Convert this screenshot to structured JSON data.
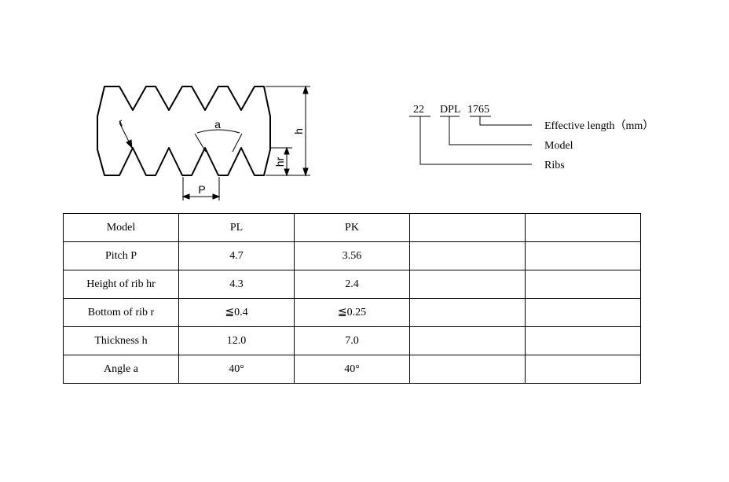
{
  "diagram": {
    "labels": {
      "a": "a",
      "r": "r",
      "h": "h",
      "hr": "hr",
      "P": "P"
    }
  },
  "legend": {
    "ribs_value": "22",
    "model_value": "DPL",
    "length_value": "1765",
    "effective_length_label": "Effective length（mm）",
    "model_label": "Model",
    "ribs_label": "Ribs"
  },
  "table": {
    "rows": [
      [
        "Model",
        "PL",
        "PK",
        "",
        ""
      ],
      [
        "Pitch P",
        "4.7",
        "3.56",
        "",
        ""
      ],
      [
        "Height of rib hr",
        "4.3",
        "2.4",
        "",
        ""
      ],
      [
        "Bottom of rib r",
        "≦0.4",
        "≦0.25",
        "",
        ""
      ],
      [
        "Thickness h",
        "12.0",
        "7.0",
        "",
        ""
      ],
      [
        "Angle a",
        "40°",
        "40°",
        "",
        ""
      ]
    ]
  }
}
